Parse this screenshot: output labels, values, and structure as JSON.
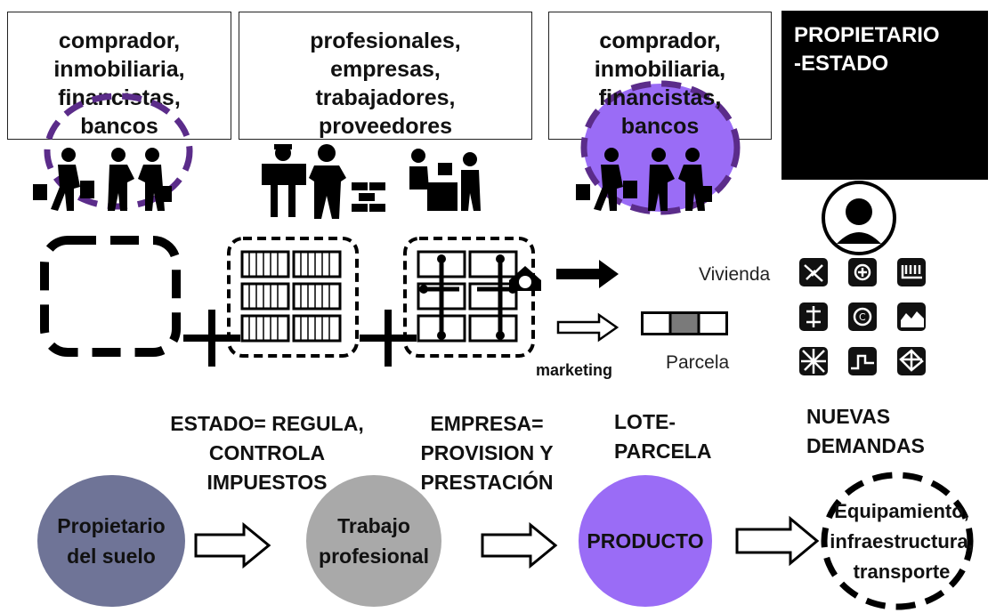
{
  "boxes": {
    "buyers_left": [
      "comprador,",
      "inmobiliaria,",
      "financistas,",
      "bancos"
    ],
    "professionals": [
      "profesionales,",
      "empresas,",
      "trabajadores,",
      "proveedores"
    ],
    "buyers_right": [
      "comprador,",
      "inmobiliaria,",
      "financistas,",
      "bancos"
    ],
    "owner_state": [
      "PROPIETARIO",
      "-ESTADO"
    ]
  },
  "middle": {
    "vivienda": "Vivienda",
    "parcela": "Parcela",
    "marketing": "marketing"
  },
  "captions": {
    "estado": [
      "ESTADO= REGULA,",
      "CONTROLA",
      "IMPUESTOS"
    ],
    "empresa": [
      "EMPRESA=",
      "PROVISION Y",
      "PRESTACIÓN"
    ],
    "lote": [
      "LOTE-",
      "PARCELA"
    ],
    "nuevas": [
      "NUEVAS",
      "DEMANDAS"
    ]
  },
  "flow": {
    "owner": [
      "Propietario",
      "del suelo"
    ],
    "trabajo": [
      "Trabajo",
      "profesional"
    ],
    "producto": "PRODUCTO",
    "equipamiento": [
      "Equipamiento,",
      "infraestructura,",
      "transporte"
    ]
  },
  "colors": {
    "purple": "#9a6cf6",
    "dark_purple": "#5b2c8a",
    "slate": "#6f7497",
    "gray": "#a9a9a9"
  },
  "icons": [
    "people-walking-icon",
    "handshake-icon",
    "architect-icon",
    "builder-icon",
    "office-icon",
    "user-avatar-icon",
    "city-icons-grid"
  ]
}
